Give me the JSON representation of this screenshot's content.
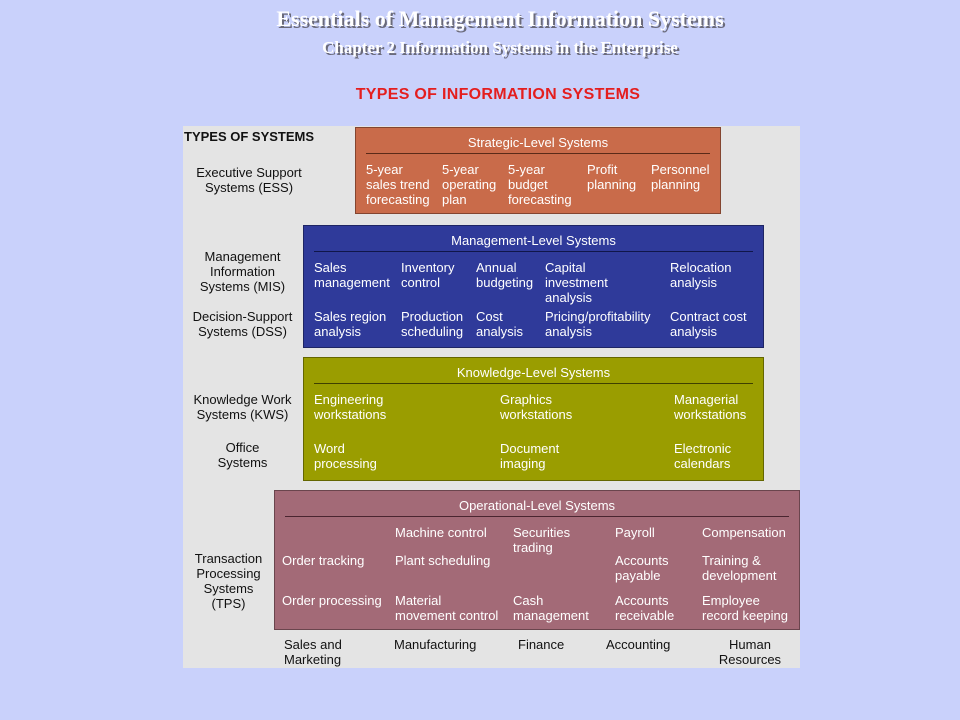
{
  "header": {
    "title": "Essentials of Management Information Systems",
    "chapter": "Chapter 2 Information Systems in the Enterprise",
    "subtitle": "TYPES OF INFORMATION SYSTEMS"
  },
  "colors": {
    "background": "#c9d1fb",
    "strategic": "#c96b4a",
    "management": "#2f3a9a",
    "knowledge": "#9a9d00",
    "operational": "#a36a77",
    "accent_red": "#e41e1e"
  },
  "figure": {
    "types_heading": "TYPES OF SYSTEMS",
    "side_labels": [
      "Executive Support\nSystems (ESS)",
      "Management\nInformation\nSystems (MIS)",
      "Decision-Support\nSystems (DSS)",
      "Knowledge Work\nSystems (KWS)",
      "Office\nSystems",
      "Transaction\nProcessing\nSystems\n(TPS)"
    ],
    "strategic": {
      "title": "Strategic-Level Systems",
      "cells": [
        "5-year\nsales trend\nforecasting",
        "5-year\noperating\nplan",
        "5-year\nbudget\nforecasting",
        "Profit\nplanning",
        "Personnel\nplanning"
      ]
    },
    "management": {
      "title": "Management-Level Systems",
      "cells": [
        "Sales\nmanagement",
        "Inventory\ncontrol",
        "Annual\nbudgeting",
        "Capital\ninvestment\nanalysis",
        "Relocation\nanalysis",
        "Sales region\nanalysis",
        "Production\nscheduling",
        "Cost\nanalysis",
        "Pricing/profitability\nanalysis",
        "Contract cost\nanalysis"
      ]
    },
    "knowledge": {
      "title": "Knowledge-Level Systems",
      "cells": [
        "Engineering\nworkstations",
        "Graphics\nworkstations",
        "Managerial\nworkstations",
        "Word\nprocessing",
        "Document\nimaging",
        "Electronic\ncalendars"
      ]
    },
    "operational": {
      "title": "Operational-Level Systems",
      "cells": [
        "Machine control",
        "Securities\ntrading",
        "Payroll",
        "Compensation",
        "Order tracking",
        "Plant scheduling",
        "Accounts\npayable",
        "Training &\ndevelopment",
        "Order processing",
        "Material\nmovement control",
        "Cash\nmanagement",
        "Accounts\nreceivable",
        "Employee\nrecord keeping"
      ]
    },
    "functions": [
      "Sales and\nMarketing",
      "Manufacturing",
      "Finance",
      "Accounting",
      "Human\nResources"
    ]
  }
}
